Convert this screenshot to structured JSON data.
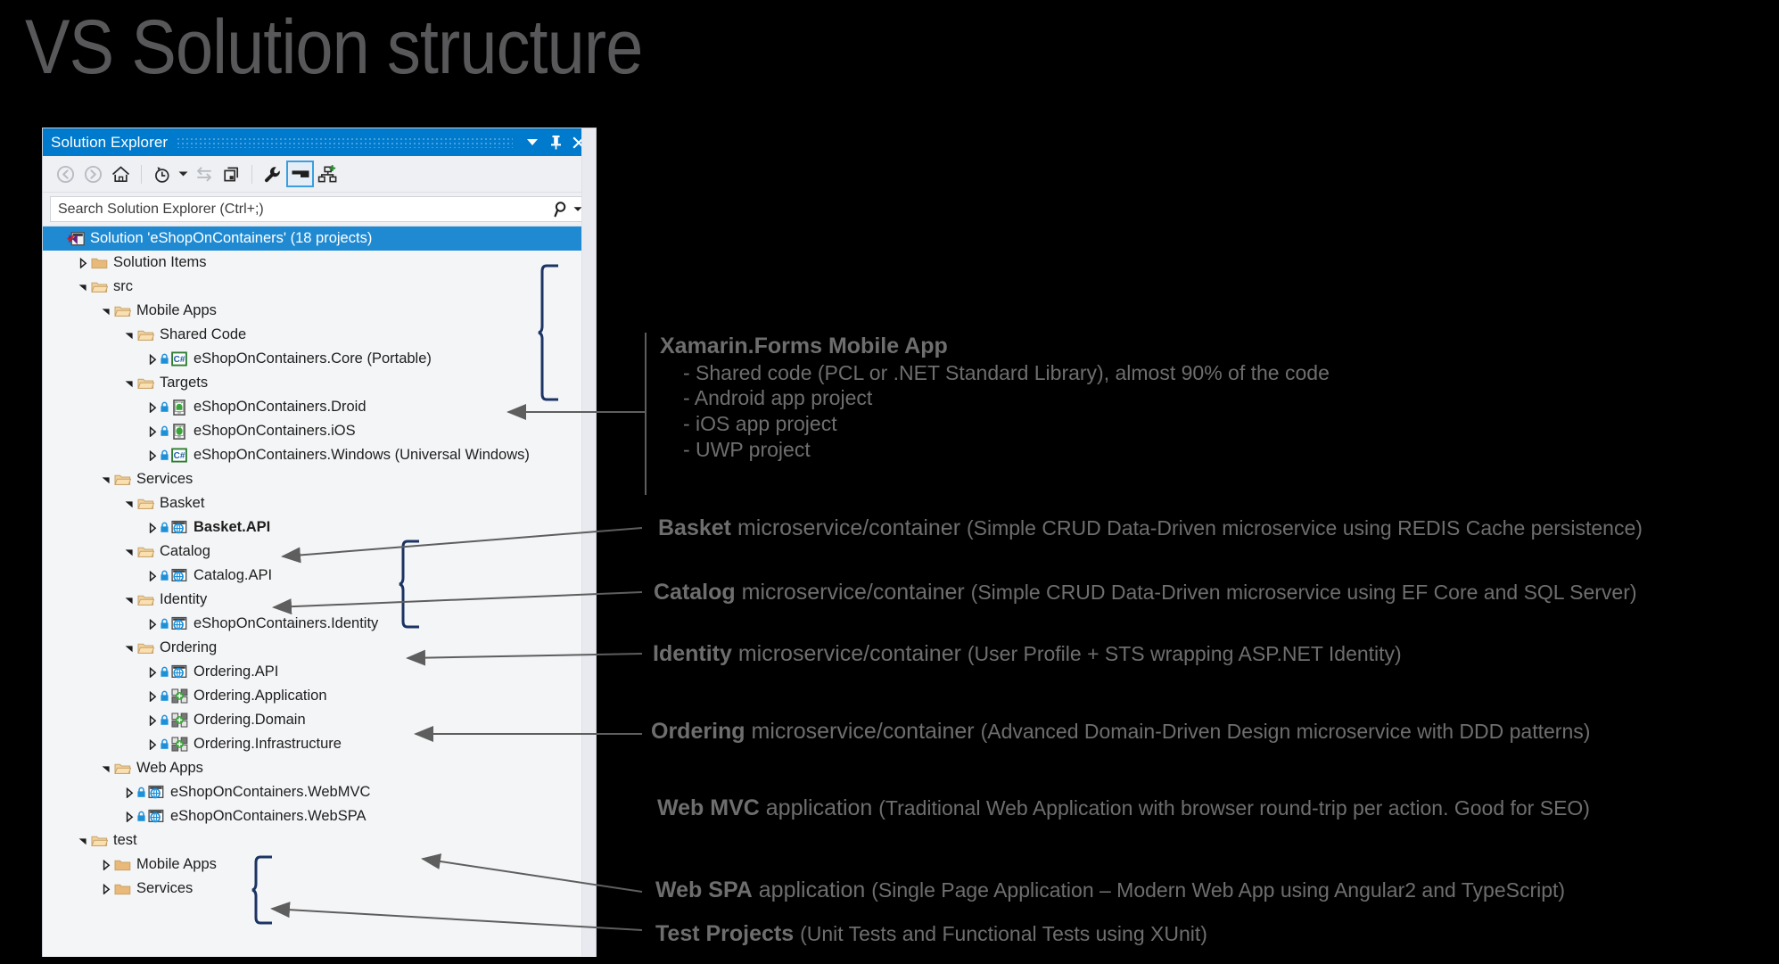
{
  "slide": {
    "title": "VS Solution structure"
  },
  "window": {
    "title": "Solution Explorer",
    "title_controls": [
      {
        "name": "window-dropdown",
        "icon": "chevron-down-icon"
      },
      {
        "name": "pin-button",
        "icon": "pin-icon"
      },
      {
        "name": "close-button",
        "icon": "close-icon"
      }
    ],
    "toolbar": [
      {
        "name": "back-button",
        "icon": "back-arrow-icon"
      },
      {
        "name": "forward-button",
        "icon": "forward-arrow-icon"
      },
      {
        "name": "home-button",
        "icon": "home-icon"
      },
      {
        "name": "pending-changes-button",
        "icon": "clock-icon"
      },
      {
        "name": "pending-changes-dropdown",
        "icon": "chevron-down-icon"
      },
      {
        "name": "sync-with-active-document-button",
        "icon": "sync-arrows-icon"
      },
      {
        "name": "refresh-button",
        "icon": "refresh-windows-icon"
      },
      {
        "name": "properties-button",
        "icon": "wrench-icon"
      },
      {
        "name": "preview-selected-items-button",
        "icon": "preview-pane-icon"
      },
      {
        "name": "view-class-diagram-button",
        "icon": "class-diagram-icon"
      }
    ],
    "search": {
      "placeholder": "Search Solution Explorer (Ctrl+;)",
      "value": "",
      "icon": "search-icon",
      "dropdown_icon": "chevron-down-icon"
    }
  },
  "tree": [
    {
      "label": "Solution 'eShopOnContainers' (18 projects)",
      "indent": 0,
      "state": "selected",
      "expander": "none",
      "icon": "visual-studio-solution-icon",
      "locked": false,
      "bold": false
    },
    {
      "label": "Solution Items",
      "indent": 1,
      "state": "collapsed",
      "expander": "right",
      "icon": "folder-closed-icon",
      "locked": false,
      "bold": false
    },
    {
      "label": "src",
      "indent": 1,
      "state": "expanded",
      "expander": "down",
      "icon": "folder-open-icon",
      "locked": false,
      "bold": false
    },
    {
      "label": "Mobile Apps",
      "indent": 2,
      "state": "expanded",
      "expander": "down",
      "icon": "folder-open-icon",
      "locked": false,
      "bold": false
    },
    {
      "label": "Shared Code",
      "indent": 3,
      "state": "expanded",
      "expander": "down",
      "icon": "folder-open-icon",
      "locked": false,
      "bold": false
    },
    {
      "label": "eShopOnContainers.Core (Portable)",
      "indent": 4,
      "state": "collapsed",
      "expander": "right",
      "icon": "csharp-project-icon",
      "locked": true,
      "bold": false
    },
    {
      "label": "Targets",
      "indent": 3,
      "state": "expanded",
      "expander": "down",
      "icon": "folder-open-icon",
      "locked": false,
      "bold": false
    },
    {
      "label": "eShopOnContainers.Droid",
      "indent": 4,
      "state": "collapsed",
      "expander": "right",
      "icon": "android-project-icon",
      "locked": true,
      "bold": false
    },
    {
      "label": "eShopOnContainers.iOS",
      "indent": 4,
      "state": "collapsed",
      "expander": "right",
      "icon": "ios-project-icon",
      "locked": true,
      "bold": false
    },
    {
      "label": "eShopOnContainers.Windows (Universal Windows)",
      "indent": 4,
      "state": "collapsed",
      "expander": "right",
      "icon": "csharp-project-icon",
      "locked": true,
      "bold": false
    },
    {
      "label": "Services",
      "indent": 2,
      "state": "expanded",
      "expander": "down",
      "icon": "folder-open-icon",
      "locked": false,
      "bold": false
    },
    {
      "label": "Basket",
      "indent": 3,
      "state": "expanded",
      "expander": "down",
      "icon": "folder-open-icon",
      "locked": false,
      "bold": false
    },
    {
      "label": "Basket.API",
      "indent": 4,
      "state": "collapsed",
      "expander": "right",
      "icon": "web-project-icon",
      "locked": true,
      "bold": true
    },
    {
      "label": "Catalog",
      "indent": 3,
      "state": "expanded",
      "expander": "down",
      "icon": "folder-open-icon",
      "locked": false,
      "bold": false
    },
    {
      "label": "Catalog.API",
      "indent": 4,
      "state": "collapsed",
      "expander": "right",
      "icon": "web-project-icon",
      "locked": true,
      "bold": false
    },
    {
      "label": "Identity",
      "indent": 3,
      "state": "expanded",
      "expander": "down",
      "icon": "folder-open-icon",
      "locked": false,
      "bold": false
    },
    {
      "label": "eShopOnContainers.Identity",
      "indent": 4,
      "state": "collapsed",
      "expander": "right",
      "icon": "web-project-icon",
      "locked": true,
      "bold": false
    },
    {
      "label": "Ordering",
      "indent": 3,
      "state": "expanded",
      "expander": "down",
      "icon": "folder-open-icon",
      "locked": false,
      "bold": false
    },
    {
      "label": "Ordering.API",
      "indent": 4,
      "state": "collapsed",
      "expander": "right",
      "icon": "web-project-icon",
      "locked": true,
      "bold": false
    },
    {
      "label": "Ordering.Application",
      "indent": 4,
      "state": "collapsed",
      "expander": "right",
      "icon": "class-library-icon",
      "locked": true,
      "bold": false
    },
    {
      "label": "Ordering.Domain",
      "indent": 4,
      "state": "collapsed",
      "expander": "right",
      "icon": "class-library-icon",
      "locked": true,
      "bold": false
    },
    {
      "label": "Ordering.Infrastructure",
      "indent": 4,
      "state": "collapsed",
      "expander": "right",
      "icon": "class-library-icon",
      "locked": true,
      "bold": false
    },
    {
      "label": "Web Apps",
      "indent": 2,
      "state": "expanded",
      "expander": "down",
      "icon": "folder-open-icon",
      "locked": false,
      "bold": false
    },
    {
      "label": "eShopOnContainers.WebMVC",
      "indent": 3,
      "state": "collapsed",
      "expander": "right",
      "icon": "web-project-icon",
      "locked": true,
      "bold": false
    },
    {
      "label": "eShopOnContainers.WebSPA",
      "indent": 3,
      "state": "collapsed",
      "expander": "right",
      "icon": "web-project-icon",
      "locked": true,
      "bold": false
    },
    {
      "label": "test",
      "indent": 1,
      "state": "expanded",
      "expander": "down",
      "icon": "folder-open-icon",
      "locked": false,
      "bold": false
    },
    {
      "label": "Mobile Apps",
      "indent": 2,
      "state": "collapsed",
      "expander": "right",
      "icon": "folder-closed-icon",
      "locked": false,
      "bold": false
    },
    {
      "label": "Services",
      "indent": 2,
      "state": "collapsed",
      "expander": "right",
      "icon": "folder-closed-icon",
      "locked": false,
      "bold": false
    }
  ],
  "annotations": {
    "mobile": {
      "heading": "Xamarin.Forms Mobile App",
      "bullets": [
        "- Shared code (PCL or .NET Standard Library), almost 90% of the code",
        "- Android app project",
        "- iOS app project",
        "- UWP project"
      ]
    },
    "basket": {
      "bold": "Basket",
      "rest": " microservice/container ",
      "detail": "(Simple CRUD Data-Driven microservice using REDIS Cache persistence)"
    },
    "catalog": {
      "bold": "Catalog",
      "rest": " microservice/container ",
      "detail": "(Simple CRUD Data-Driven microservice using EF Core and SQL Server)"
    },
    "identity": {
      "bold": "Identity",
      "rest": " microservice/container ",
      "detail": "(User Profile + STS wrapping ASP.NET Identity)"
    },
    "ordering": {
      "bold": "Ordering",
      "rest": " microservice/container ",
      "detail": "(Advanced Domain-Driven Design microservice with DDD patterns)"
    },
    "webmvc": {
      "bold": "Web MVC",
      "rest": " application ",
      "detail": "(Traditional Web Application with browser round-trip per action. Good for SEO)"
    },
    "webspa": {
      "bold": "Web SPA",
      "rest": " application ",
      "detail": "(Single Page Application – Modern Web App using Angular2 and TypeScript)"
    },
    "tests": {
      "bold": "Test Projects",
      "rest": " ",
      "detail": "(Unit Tests and Functional Tests using XUnit)"
    }
  },
  "colors": {
    "background": "#000000",
    "accent_blue": "#007acc",
    "selection_blue": "#1f8ad2",
    "bracket_navy": "#1b3464",
    "arrow_gray": "#5e5e5e",
    "annotation_gray": "#6e6e6e",
    "title_gray": "#58585a",
    "panel_bg": "#f4f5f7"
  }
}
